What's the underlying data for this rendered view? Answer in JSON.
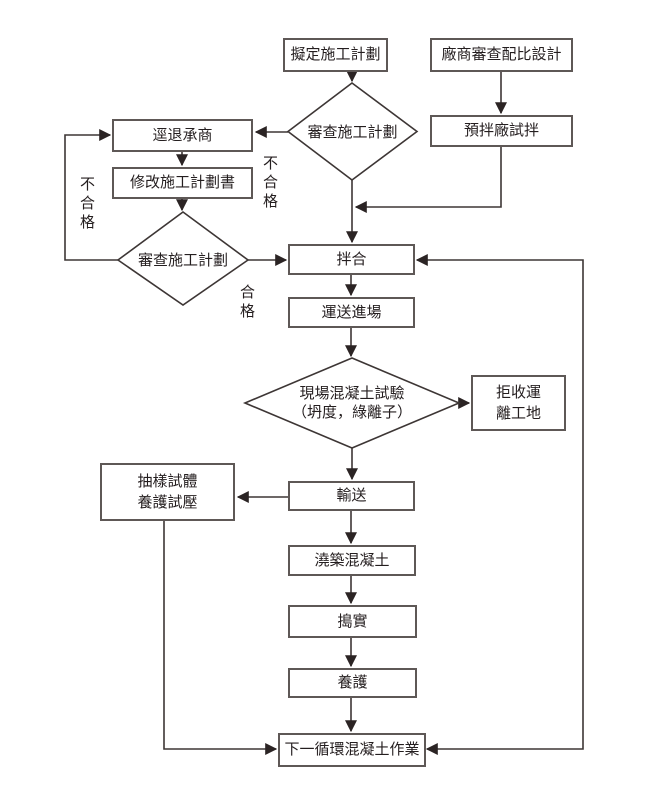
{
  "flowchart": {
    "title": "concrete-construction-flowchart",
    "colors": {
      "background": "#ffffff",
      "line": "#3d3635",
      "box_border": "#5e5856",
      "arrowhead": "#2b2424",
      "text": "#241e1f"
    },
    "nodes": {
      "plan": "擬定施工計劃",
      "vendor_mix_design": "廠商審查配比設計",
      "trial_mix": "預拌廠試拌",
      "review_plan_1": "審查施工計劃",
      "reject_contractor": "逕退承商",
      "revise_plan": "修改施工計劃書",
      "review_plan_2": "審查施工計劃",
      "mix": "拌合",
      "transport_to_site": "運送進場",
      "site_test": "現場混凝土試驗\n（坍度，綠離子）",
      "refuse_removal": "拒收運\n離工地",
      "convey": "輸送",
      "sampling_curing": "抽樣試體\n養護試壓",
      "pour_concrete": "澆築混凝土",
      "tamp": "搗實",
      "cure": "養護",
      "next_cycle": "下一循環混凝土作業"
    },
    "edge_labels": {
      "fail_upper": "不合格",
      "fail_left": "不合格",
      "pass": "合格"
    }
  }
}
